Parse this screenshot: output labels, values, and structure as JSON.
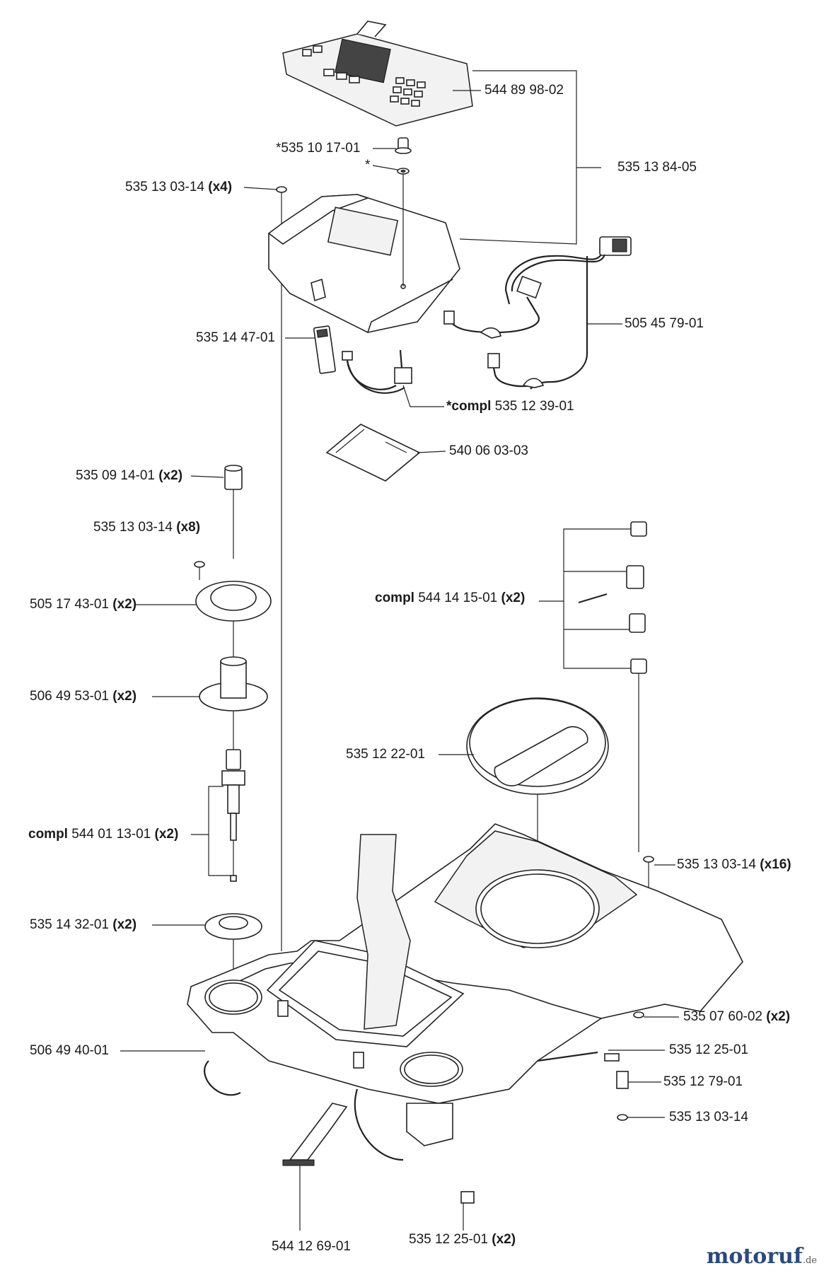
{
  "labels": {
    "p1": {
      "num": "544 89 98-02",
      "mult": ""
    },
    "p2": {
      "num": "*535 10 17-01",
      "mult": ""
    },
    "p3": {
      "num": "*",
      "mult": ""
    },
    "p4": {
      "num": "535 13 84-05",
      "mult": ""
    },
    "p5": {
      "num": "535 13 03-14",
      "mult": "(x4)"
    },
    "p6": {
      "num": "505 45 79-01",
      "mult": ""
    },
    "p7": {
      "num": "535 14 47-01",
      "mult": ""
    },
    "p8": {
      "pre": "*compl",
      "num": "535 12 39-01",
      "mult": ""
    },
    "p9": {
      "num": "540 06 03-03",
      "mult": ""
    },
    "p10": {
      "num": "535 09 14-01",
      "mult": "(x2)"
    },
    "p11": {
      "num": "535 13 03-14",
      "mult": "(x8)"
    },
    "p12": {
      "pre": "compl",
      "num": "544 14 15-01",
      "mult": "(x2)"
    },
    "p13": {
      "num": "505 17 43-01",
      "mult": "(x2)"
    },
    "p14": {
      "num": "506 49 53-01",
      "mult": "(x2)"
    },
    "p15": {
      "num": "535 12 22-01",
      "mult": ""
    },
    "p16": {
      "pre": "compl",
      "num": "544 01 13-01",
      "mult": "(x2)"
    },
    "p17": {
      "num": "535 13 03-14",
      "mult": "(x16)"
    },
    "p18": {
      "num": "535 14 32-01",
      "mult": "(x2)"
    },
    "p19": {
      "num": "535 07 60-02",
      "mult": "(x2)"
    },
    "p20": {
      "num": "506 49 40-01",
      "mult": ""
    },
    "p21": {
      "num": "535 12 25-01",
      "mult": ""
    },
    "p22": {
      "num": "535 12 79-01",
      "mult": ""
    },
    "p23": {
      "num": "535 13 03-14",
      "mult": ""
    },
    "p24": {
      "num": "544 12 69-01",
      "mult": ""
    },
    "p25": {
      "num": "535 12 25-01",
      "mult": "(x2)"
    }
  },
  "watermark": {
    "brand": "motoruf",
    "tld": ".de"
  }
}
